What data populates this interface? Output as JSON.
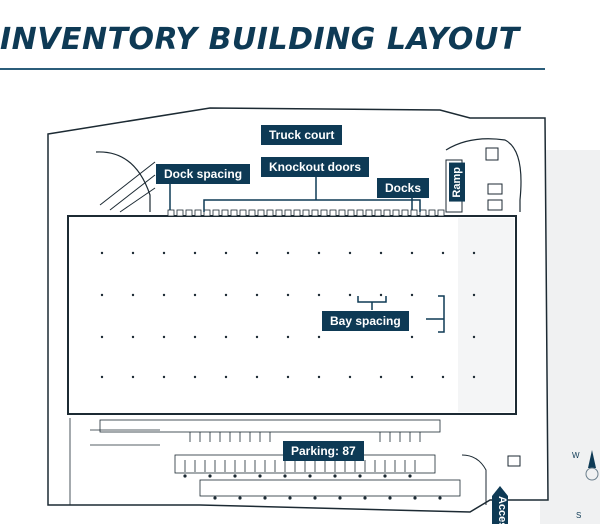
{
  "title": "INVENTORY BUILDING LAYOUT",
  "labels": {
    "truck_court": "Truck court",
    "dock_spacing": "Dock spacing",
    "knockout_doors": "Knockout doors",
    "docks": "Docks",
    "ramp": "Ramp",
    "bay_spacing": "Bay spacing",
    "parking": "Parking: 87",
    "access": "Access"
  },
  "compass_letters": [
    "W",
    "S"
  ],
  "colors": {
    "accent": "#0e3a55",
    "line": "#1c2a33",
    "site": "#ffffff",
    "building": "#ffffff"
  }
}
